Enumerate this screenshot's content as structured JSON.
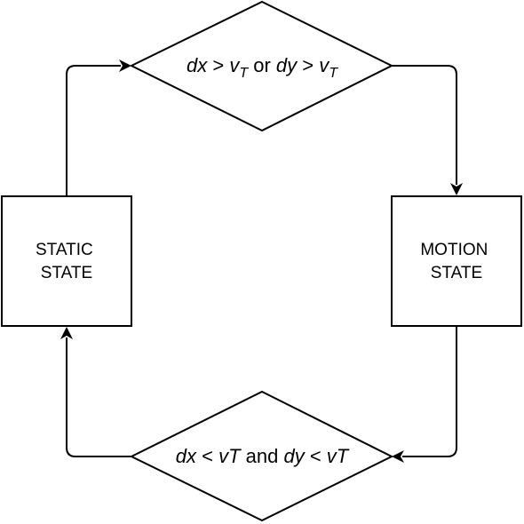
{
  "states": {
    "static": {
      "line1": "STATIC",
      "line2": "STATE"
    },
    "motion": {
      "line1": "MOTION",
      "line2": "STATE"
    }
  },
  "conditions": {
    "top": {
      "dx": "dx",
      "gt1": " > ",
      "v1": "v",
      "sub1": "T",
      "or": " or ",
      "dy": "dy",
      "gt2": " > ",
      "v2": "v",
      "sub2": "T"
    },
    "bottom": {
      "dx": "dx",
      "lt1": " < ",
      "vT1": "vT",
      "and": " and ",
      "dy": "dy",
      "lt2": " < ",
      "vT2": "vT"
    }
  },
  "colors": {
    "stroke": "#000000",
    "fill": "#ffffff"
  }
}
